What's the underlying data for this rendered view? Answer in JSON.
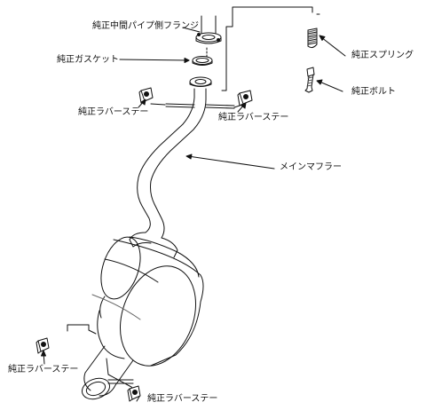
{
  "labels": {
    "flange": "純正中間パイプ側フランジ",
    "gasket": "純正ガスケット",
    "spring": "純正スプリング",
    "bolt": "純正ボルト",
    "stay_upper_left": "純正ラバーステー",
    "stay_upper_right": "純正ラバーステー",
    "main_muffler": "メインマフラー",
    "stay_lower_left": "純正ラバーステー",
    "stay_lower_right": "純正ラバーステー"
  }
}
